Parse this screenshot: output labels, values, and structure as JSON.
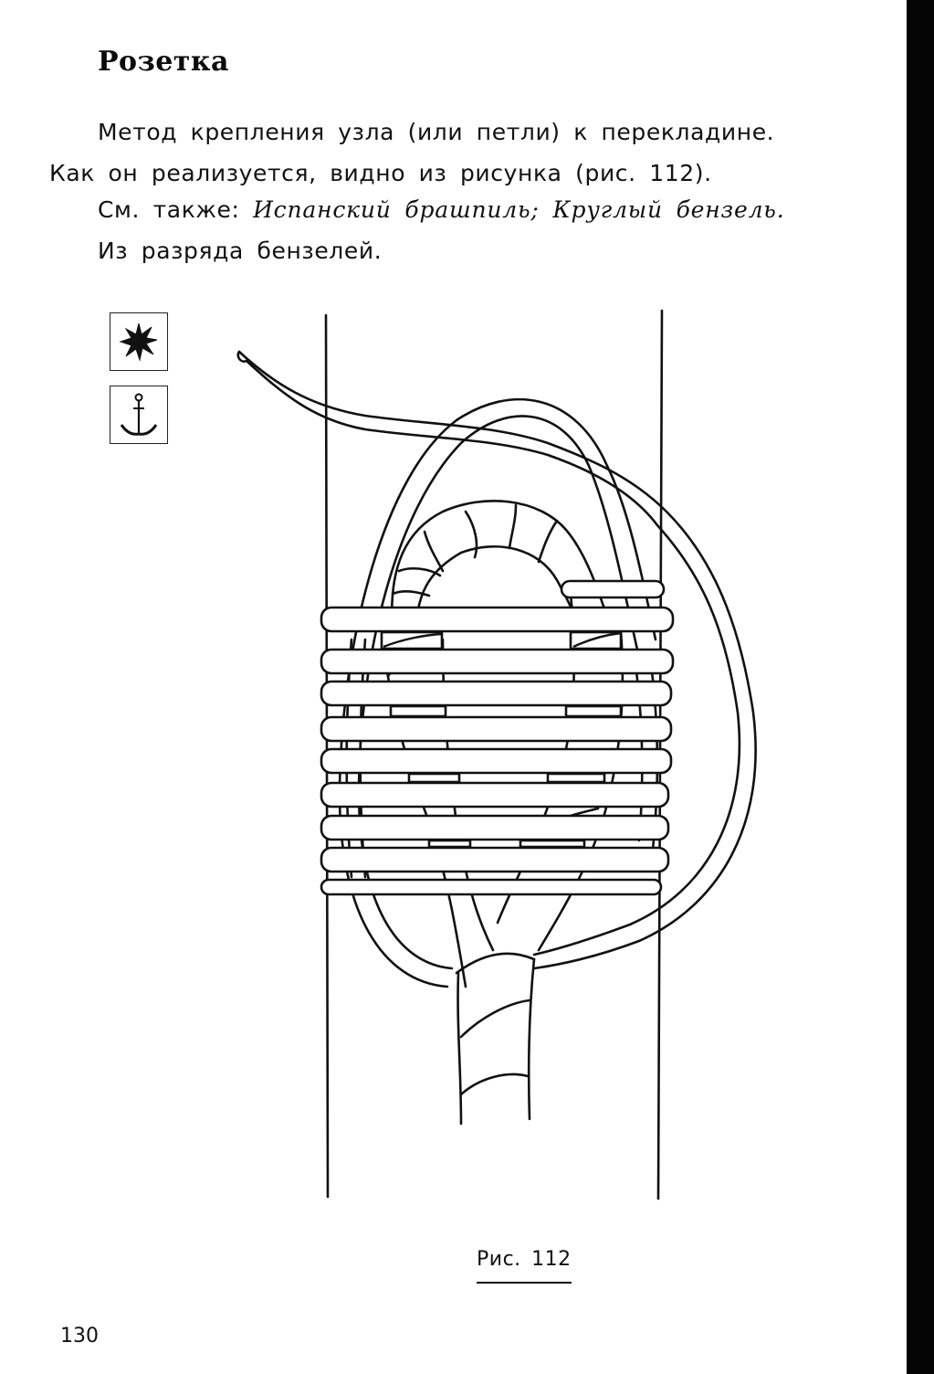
{
  "page": {
    "title": "Розетка",
    "paragraph_1": {
      "line_1": "Метод крепления узла (или петли) к перекладине.",
      "line_2": "Как он реализуется, видно из рисунка (рис. 112)."
    },
    "see_also": {
      "prefix": "См. также: ",
      "link_1": "Испанский брашпиль",
      "separator": "; ",
      "link_2": "Круглый бензель",
      "suffix": "."
    },
    "category_line": "Из разряда бензелей.",
    "icons": [
      {
        "name": "star-burst-icon",
        "description": "difficulty/utility marker"
      },
      {
        "name": "anchor-icon",
        "description": "marine use marker"
      }
    ],
    "figure": {
      "caption": "Рис. 112",
      "subject": "rosette knot fastened to a crossbar"
    },
    "page_number": "130"
  },
  "colors": {
    "ink": "#111111",
    "paper": "#ffffff",
    "scan_border": "#050505"
  }
}
